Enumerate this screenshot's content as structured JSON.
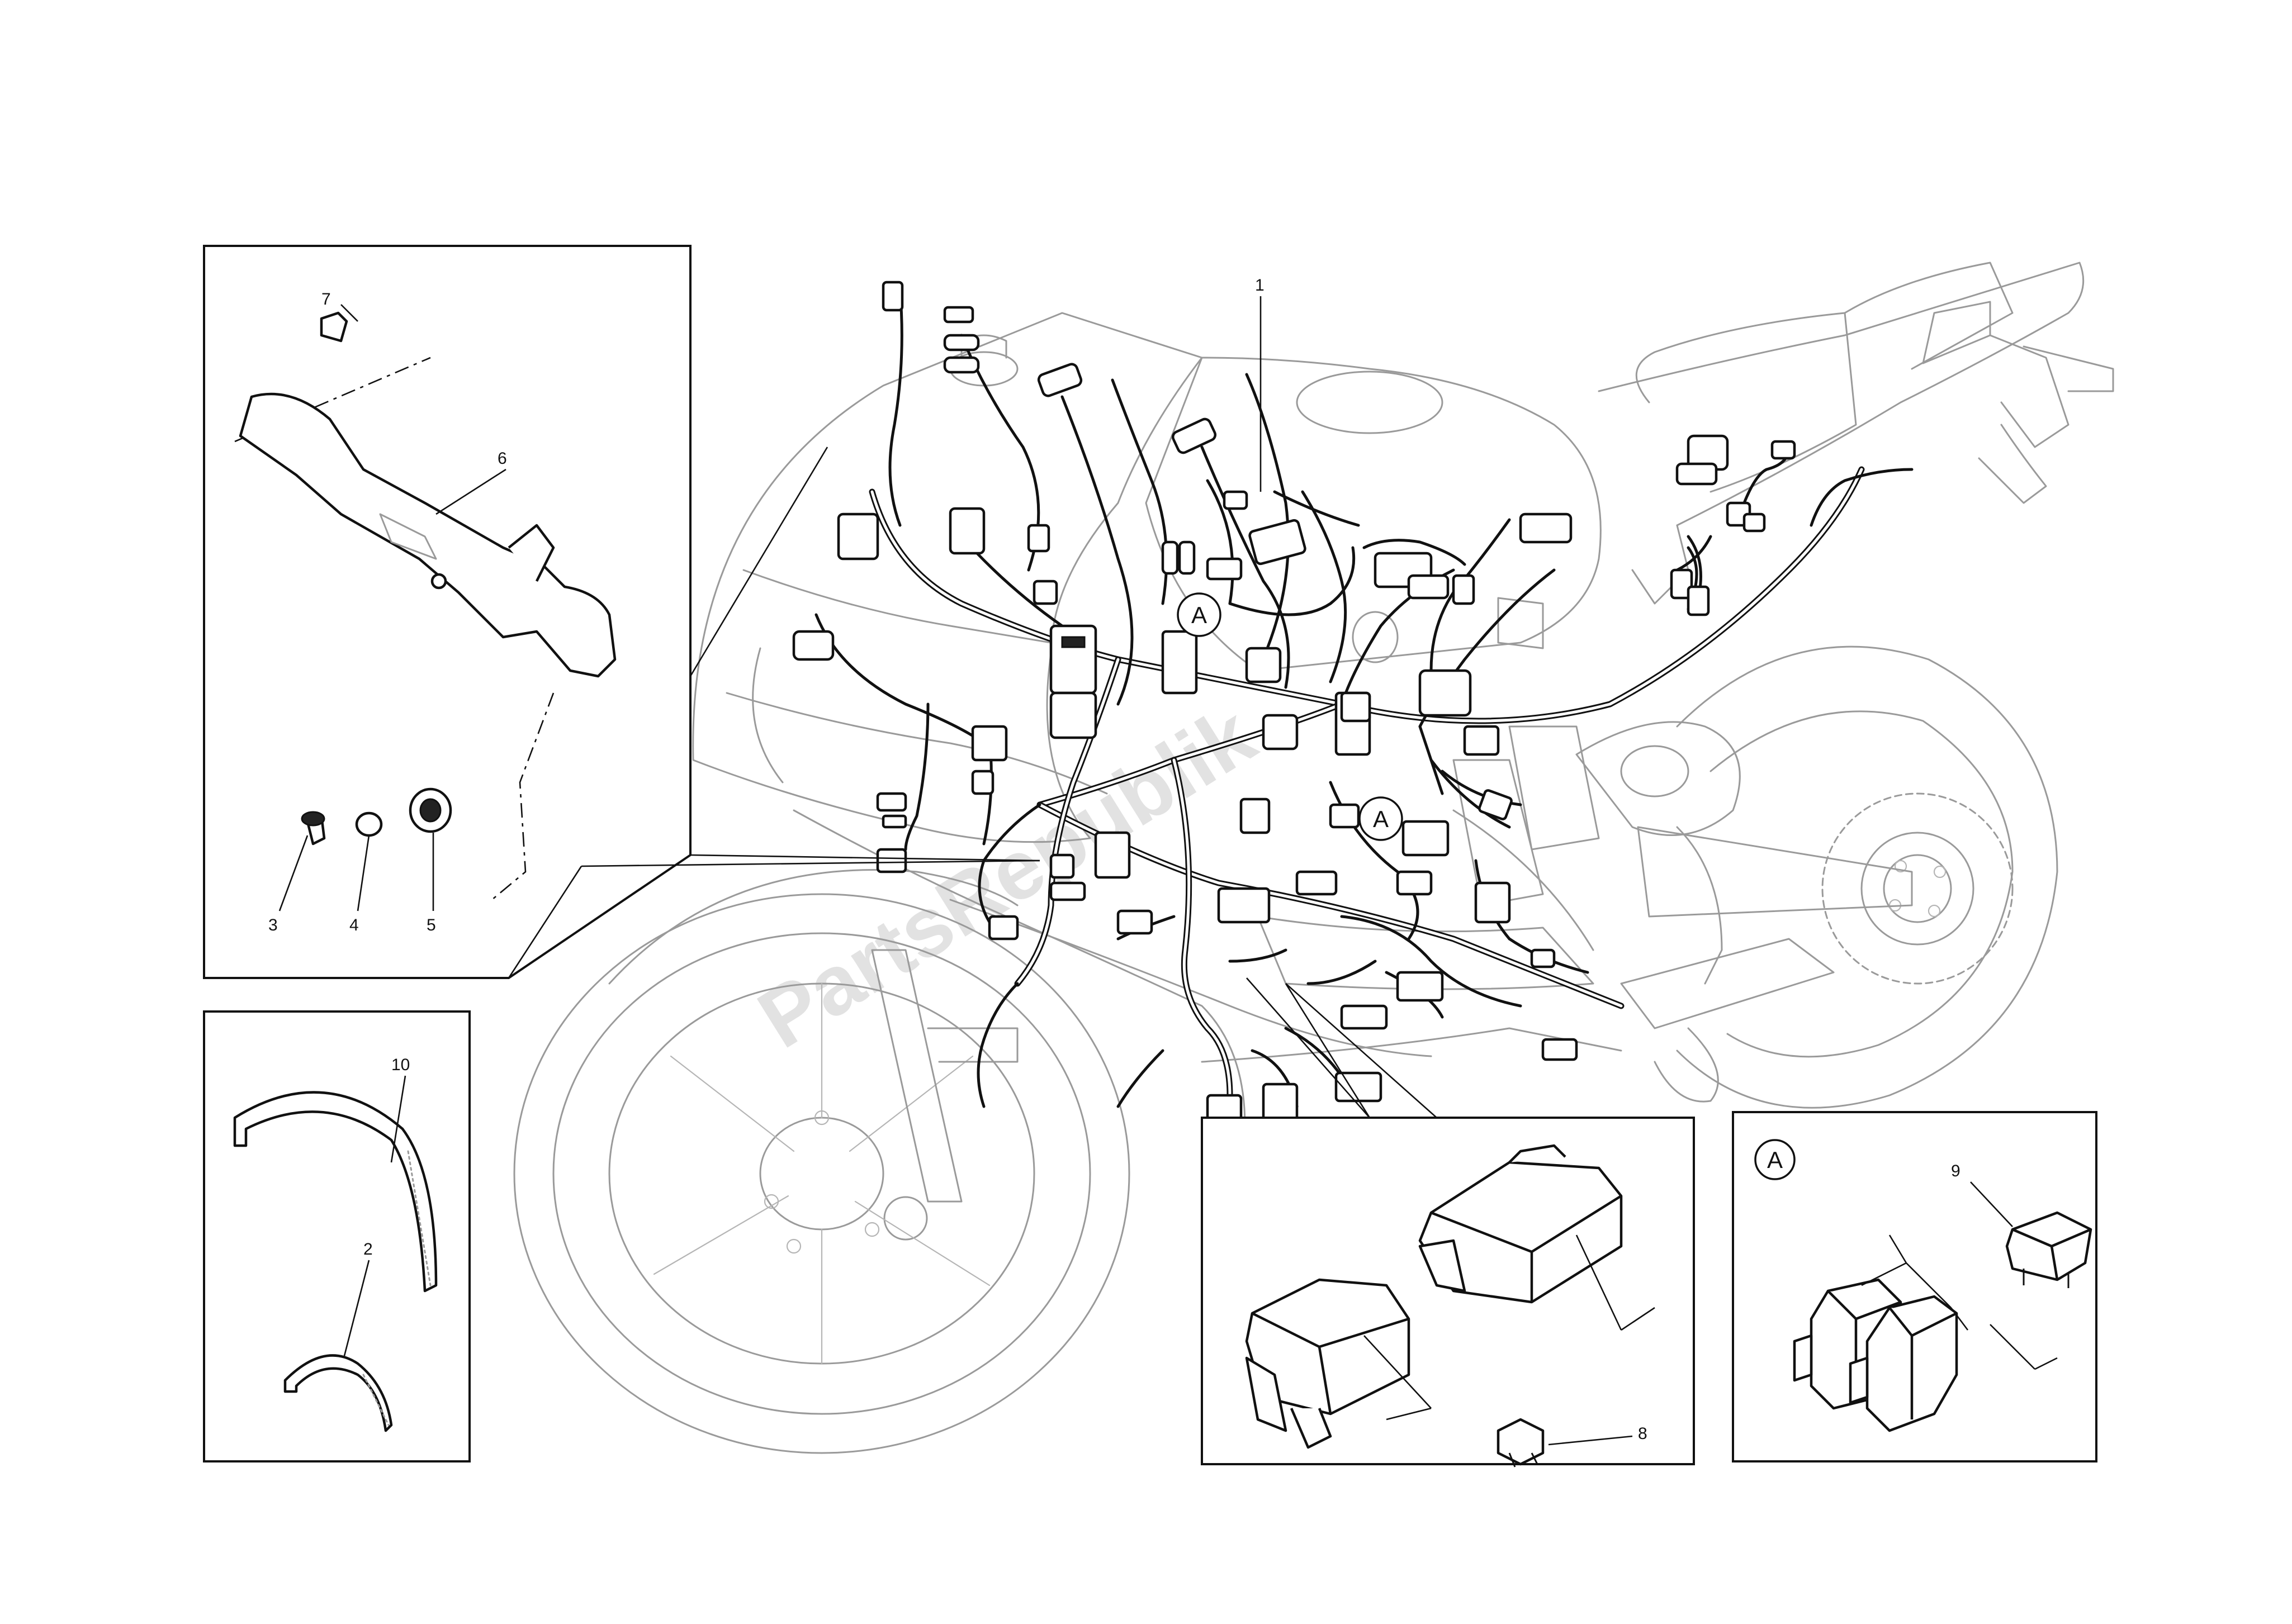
{
  "callouts": {
    "c1": "1",
    "c2": "2",
    "c3": "3",
    "c4": "4",
    "c5": "5",
    "c6": "6",
    "c7": "7",
    "c8": "8",
    "c9": "9",
    "c10": "10"
  },
  "reference_markers": {
    "main_top": "A",
    "main_lower": "A",
    "relay_detail": "A"
  },
  "watermark_text": "PartsRepublik"
}
